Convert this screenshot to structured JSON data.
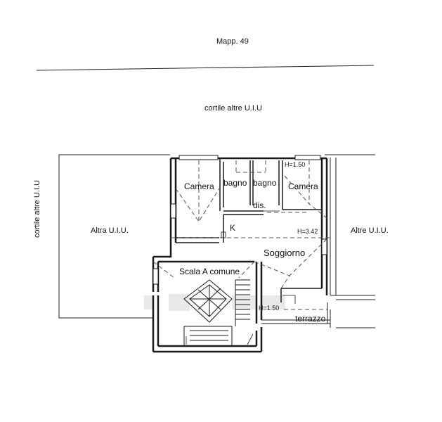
{
  "labels": {
    "mappale": "Mapp. 49",
    "cortile_top": "cortile altre U.I.U",
    "cortile_left": "cortile altre U.I.U",
    "altra_left": "Altra U.I.U.",
    "altre_right": "Altre U.I.U.",
    "camera_left": "Camera",
    "bagno_1": "bagno",
    "bagno_2": "bagno",
    "camera_right": "Camera",
    "h_top": "H=1.50",
    "dis": "dis.",
    "k": "K",
    "h_mid": "H=3.42",
    "soggiorno": "Soggiorno",
    "scala": "Scala A comune",
    "h_bottom": "H=1.50",
    "terrazzo": "terrazzo"
  },
  "colors": {
    "line": "#1a1a1a",
    "dashed": "#555555",
    "watermark": "#e6e6e6"
  }
}
